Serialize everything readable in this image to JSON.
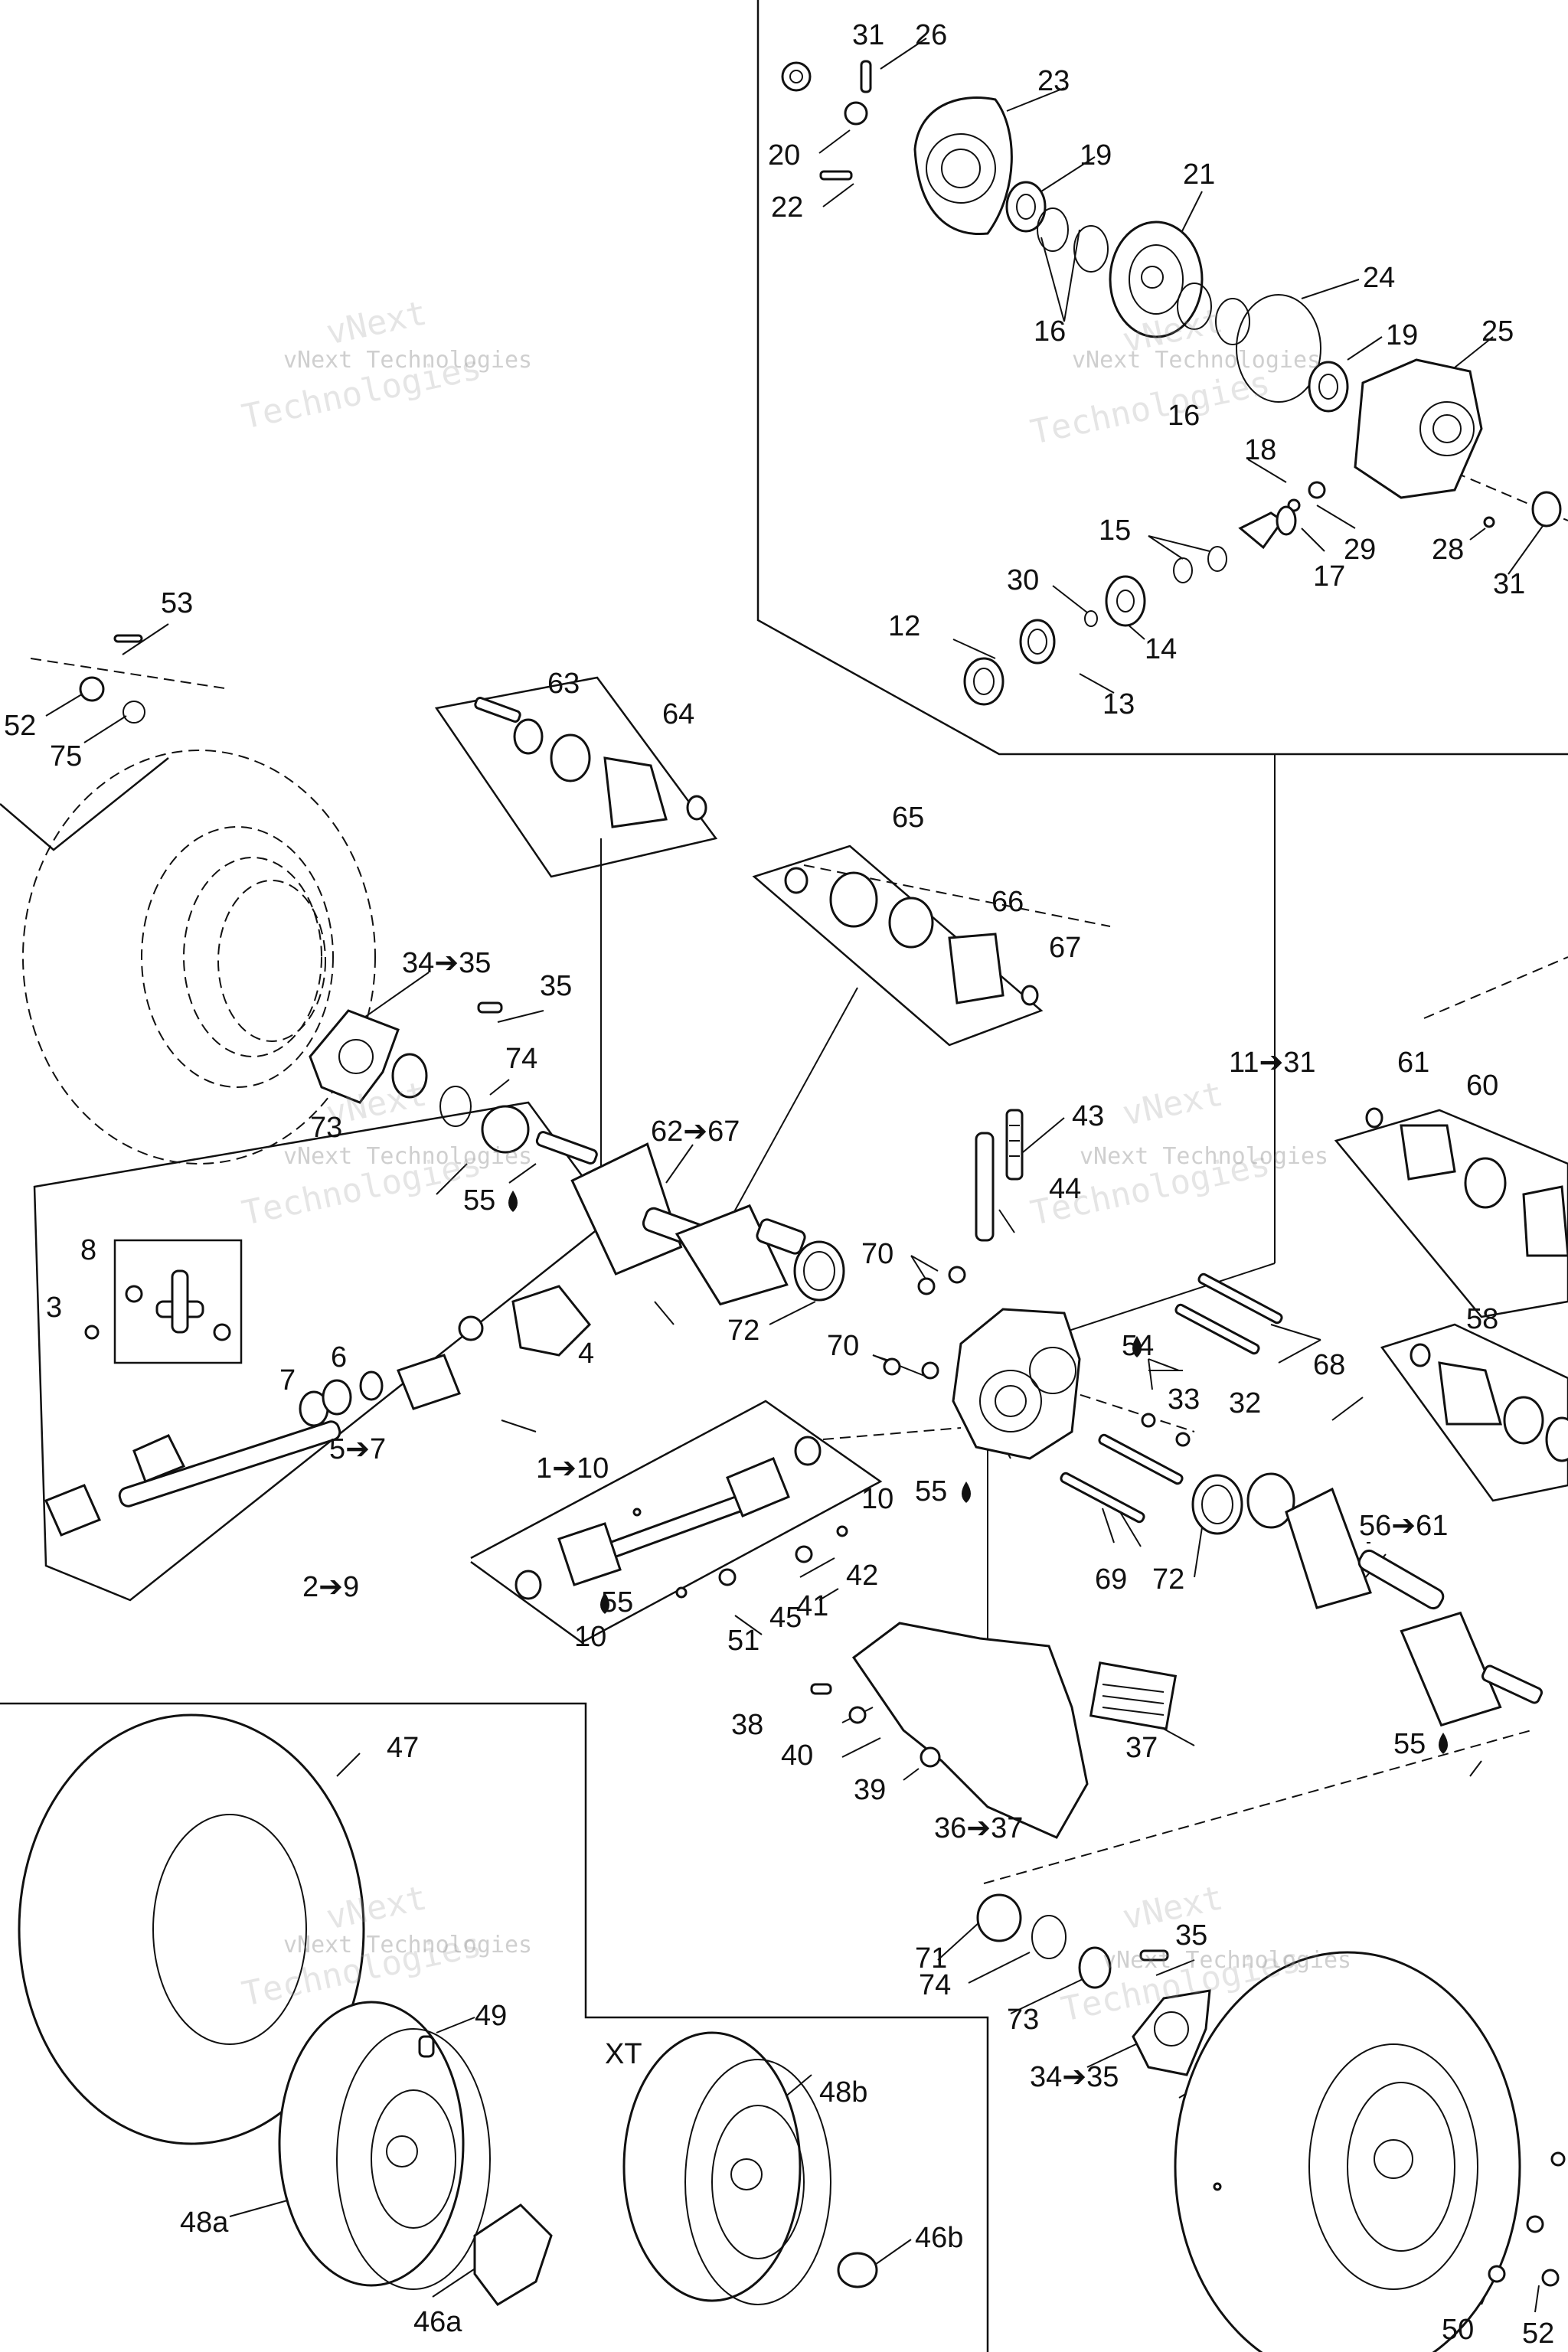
{
  "watermark": {
    "line1": "vNext",
    "line2": "vNext Technologies",
    "line3": "Technologies"
  },
  "labels": {
    "l1_10": "1➔10",
    "l2_9": "2➔9",
    "l3": "3",
    "l4": "4",
    "l5_7": "5➔7",
    "l6": "6",
    "l7": "7",
    "l8": "8",
    "l10a": "10",
    "l10b": "10",
    "l11_31": "11➔31",
    "l12": "12",
    "l13": "13",
    "l14": "14",
    "l15": "15",
    "l16a": "16",
    "l16b": "16",
    "l17": "17",
    "l18": "18",
    "l19a": "19",
    "l19b": "19",
    "l20": "20",
    "l21": "21",
    "l22": "22",
    "l23": "23",
    "l24": "24",
    "l25": "25",
    "l26": "26",
    "l28": "28",
    "l29": "29",
    "l30": "30",
    "l31a": "31",
    "l31b": "31",
    "l32": "32",
    "l33": "33",
    "l34_35a": "34➔35",
    "l34_35b": "34➔35",
    "l35a": "35",
    "l35b": "35",
    "l36_37": "36➔37",
    "l37": "37",
    "l38": "38",
    "l39": "39",
    "l40": "40",
    "l41": "41",
    "l42": "42",
    "l43": "43",
    "l44": "44",
    "l45": "45",
    "l46a": "46a",
    "l46b": "46b",
    "l47": "47",
    "l48a": "48a",
    "l48b": "48b",
    "l49": "49",
    "l50": "50",
    "l51": "51",
    "l52a": "52",
    "l52b": "52",
    "l53": "53",
    "l54": "54",
    "l55a": "55",
    "l55b": "55",
    "l55c": "55",
    "l55d": "55",
    "l56_61": "56➔61",
    "l58": "58",
    "l60": "60",
    "l61": "61",
    "l62_67": "62➔67",
    "l63": "63",
    "l64": "64",
    "l65": "65",
    "l66": "66",
    "l67": "67",
    "l68": "68",
    "l69": "69",
    "l70a": "70",
    "l70b": "70",
    "l71": "71",
    "l72a": "72",
    "l72b": "72",
    "l73a": "73",
    "l73b": "73",
    "l74a": "74",
    "l74b": "74",
    "l75": "75",
    "xt": "XT"
  }
}
